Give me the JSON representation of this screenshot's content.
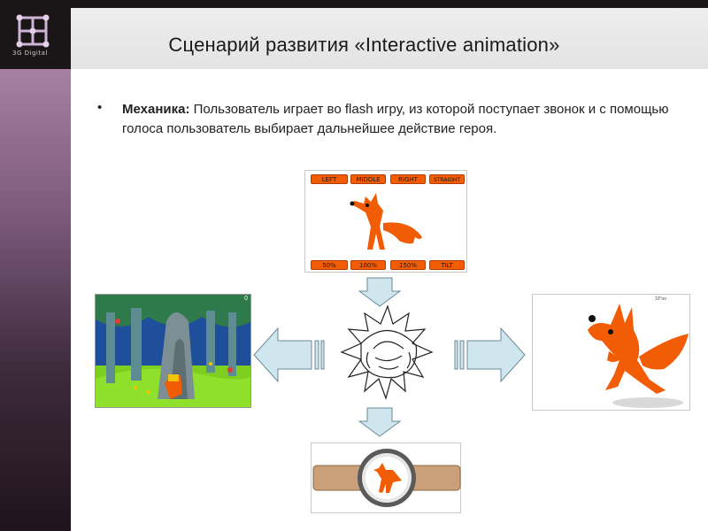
{
  "logo": {
    "name": "3G Digital"
  },
  "slide": {
    "title": "Сценарий развития «Interactive animation»",
    "bullet": {
      "label": "Механика:",
      "text": " Пользователь играет во flash игру, из которой поступает звонок и с помощью голоса пользователь выбирает дальнейшее действие  героя."
    }
  },
  "game_panel": {
    "top_buttons": [
      "LEFT",
      "MIDDLE",
      "RIGHT",
      "STRAIGHT"
    ],
    "bottom_buttons": [
      "50%",
      "100%",
      "150%",
      "TILT"
    ]
  },
  "forest_panel": {
    "counter": "0"
  },
  "right_panel": {
    "caption": "10\"oo"
  },
  "colors": {
    "accent": "#f25c05",
    "arrow_fill": "#cfe6ee",
    "arrow_stroke": "#6a8a96"
  }
}
